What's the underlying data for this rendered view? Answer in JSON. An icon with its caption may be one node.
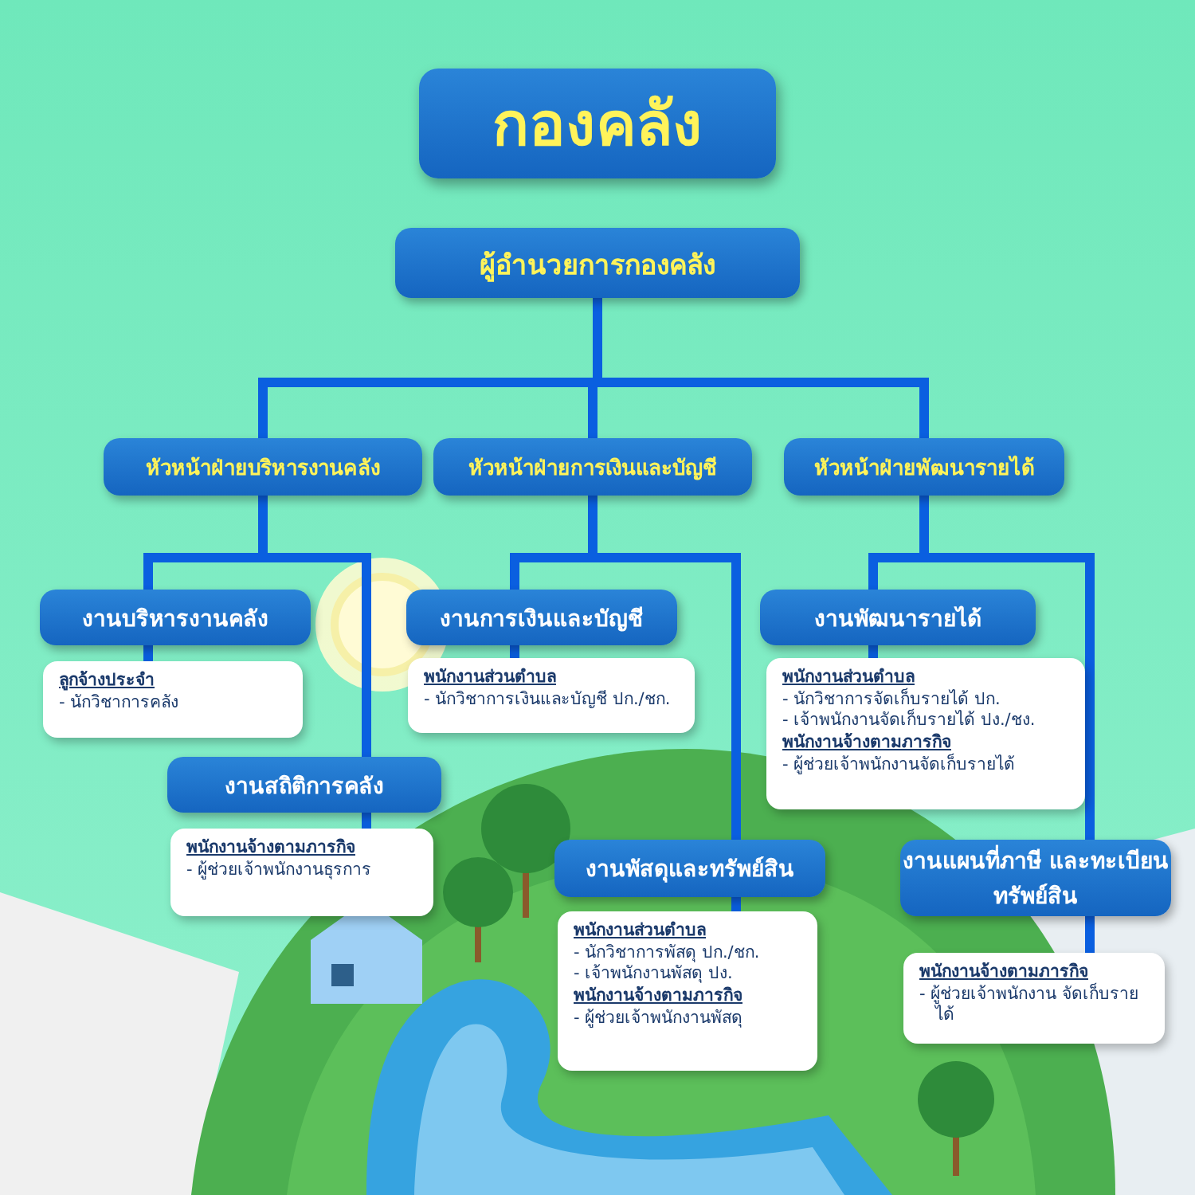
{
  "diagram": {
    "title": "กองคลัง",
    "nodes": [
      {
        "text": [
          "ผู้อำนวยการกองคลัง"
        ]
      },
      {
        "text": [
          "หัวหน้าฝ่ายบริหารงานคลัง"
        ]
      },
      {
        "text": [
          "หัวหน้าฝ่ายการเงินและบัญชี"
        ]
      },
      {
        "text": [
          "หัวหน้าฝ่ายพัฒนารายได้"
        ]
      },
      {
        "text": [
          "งานบริหารงานคลัง"
        ]
      },
      {
        "text": [
          "ลูกจ้างประจำ",
          "- นักวิชาการคลัง"
        ]
      },
      {
        "text": [
          "งานการเงินและบัญชี"
        ]
      },
      {
        "text": [
          "พนักงานส่วนตำบล",
          "- นักวิชาการเงินและบัญชี ปก./ชก."
        ]
      },
      {
        "text": [
          "งานพัฒนารายได้"
        ]
      },
      {
        "text": [
          "พนักงานส่วนตำบล",
          "- นักวิชาการจัดเก็บรายได้ ปก.",
          "- เจ้าพนักงานจัดเก็บรายได้ ปง./ชง.",
          "พนักงานจ้างตามภารกิจ",
          "- ผู้ช่วยเจ้าพนักงานจัดเก็บรายได้"
        ]
      },
      {
        "text": [
          "งานสถิติการคลัง"
        ]
      },
      {
        "text": [
          "พนักงานจ้างตามภารกิจ",
          "- ผู้ช่วยเจ้าพนักงานธุรการ"
        ]
      },
      {
        "text": [
          "งานพัสดุและทรัพย์สิน"
        ]
      },
      {
        "text": [
          "พนักงานส่วนตำบล",
          "- นักวิชาการพัสดุ ปก./ชก.",
          "- เจ้าพนักงานพัสดุ ปง.",
          "พนักงานจ้างตามภารกิจ",
          "- ผู้ช่วยเจ้าพนักงานพัสดุ"
        ]
      },
      {
        "text": [
          "งานแผนที่ภาษี และทะเบียนทรัพย์สิน"
        ]
      },
      {
        "text": [
          "พนักงานจ้างตามภารกิจ",
          "- ผู้ช่วยเจ้าพนักงาน จัดเก็บรายได้"
        ]
      }
    ],
    "edges": [
      {
        "from": 0,
        "to": 1,
        "arrow": "none"
      },
      {
        "from": 0,
        "to": 2,
        "arrow": "none"
      },
      {
        "from": 0,
        "to": 3,
        "arrow": "none"
      },
      {
        "from": 1,
        "to": 4,
        "arrow": "none"
      },
      {
        "from": 1,
        "to": 10,
        "arrow": "none"
      },
      {
        "from": 2,
        "to": 6,
        "arrow": "none"
      },
      {
        "from": 2,
        "to": 12,
        "arrow": "none"
      },
      {
        "from": 3,
        "to": 8,
        "arrow": "none"
      },
      {
        "from": 3,
        "to": 14,
        "arrow": "none"
      },
      {
        "from": 4,
        "to": 5,
        "arrow": "none"
      },
      {
        "from": 6,
        "to": 7,
        "arrow": "none"
      },
      {
        "from": 8,
        "to": 9,
        "arrow": "none"
      },
      {
        "from": 10,
        "to": 11,
        "arrow": "none"
      },
      {
        "from": 12,
        "to": 13,
        "arrow": "none"
      },
      {
        "from": 14,
        "to": 15,
        "arrow": "none"
      }
    ]
  }
}
